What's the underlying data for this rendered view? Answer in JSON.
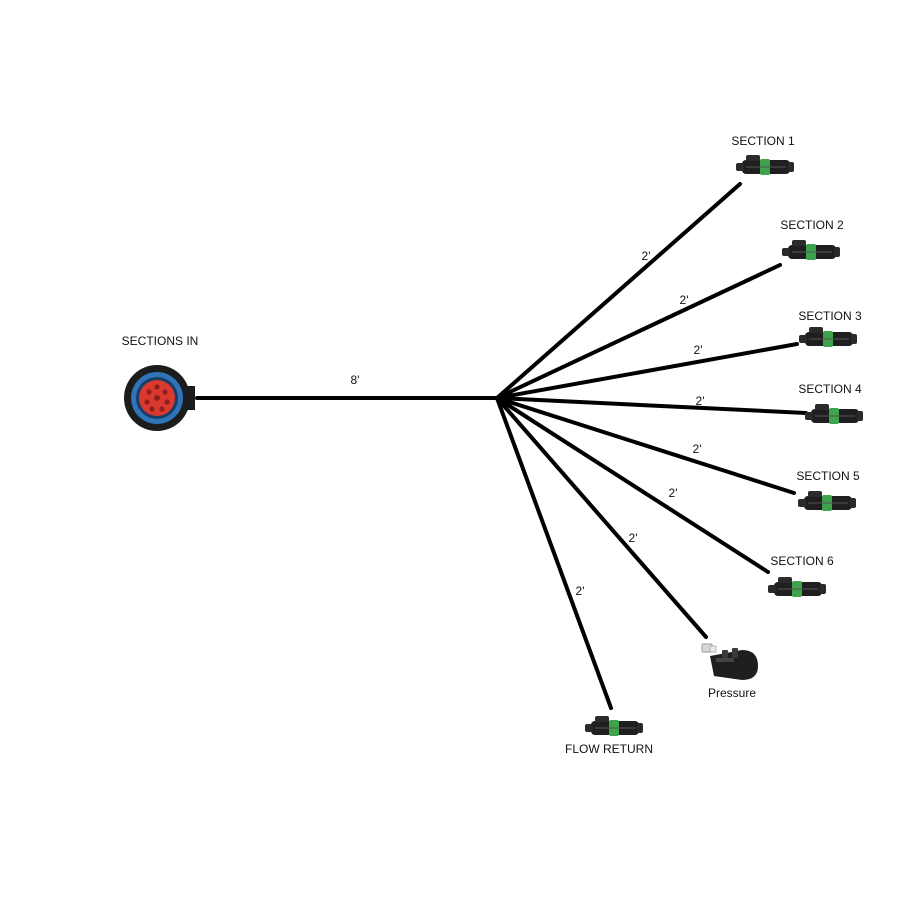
{
  "source": {
    "label": "SECTIONS IN",
    "connector_icon": "circular-multipin-connector",
    "trunk_length": "8'",
    "colors": {
      "shell": "#1c1c1c",
      "ring": "#2f73b8",
      "pins": "#d9392f"
    }
  },
  "branches": [
    {
      "id": "section-1",
      "label": "SECTION 1",
      "length": "2'",
      "connector_icon": "3-pin-weatherpack-connector"
    },
    {
      "id": "section-2",
      "label": "SECTION 2",
      "length": "2'",
      "connector_icon": "3-pin-weatherpack-connector"
    },
    {
      "id": "section-3",
      "label": "SECTION 3",
      "length": "2'",
      "connector_icon": "3-pin-weatherpack-connector"
    },
    {
      "id": "section-4",
      "label": "SECTION 4",
      "length": "2'",
      "connector_icon": "3-pin-weatherpack-connector"
    },
    {
      "id": "section-5",
      "label": "SECTION 5",
      "length": "2'",
      "connector_icon": "3-pin-weatherpack-connector"
    },
    {
      "id": "section-6",
      "label": "SECTION 6",
      "length": "2'",
      "connector_icon": "3-pin-weatherpack-connector"
    },
    {
      "id": "pressure",
      "label": "Pressure",
      "length": "2'",
      "connector_icon": "pressure-sensor-connector"
    },
    {
      "id": "flow-return",
      "label": "FLOW RETURN",
      "length": "2'",
      "connector_icon": "3-pin-weatherpack-connector"
    }
  ],
  "colors": {
    "wire": "#000000",
    "connector_body": "#1f1f1f",
    "connector_seal": "#3fa34d"
  }
}
